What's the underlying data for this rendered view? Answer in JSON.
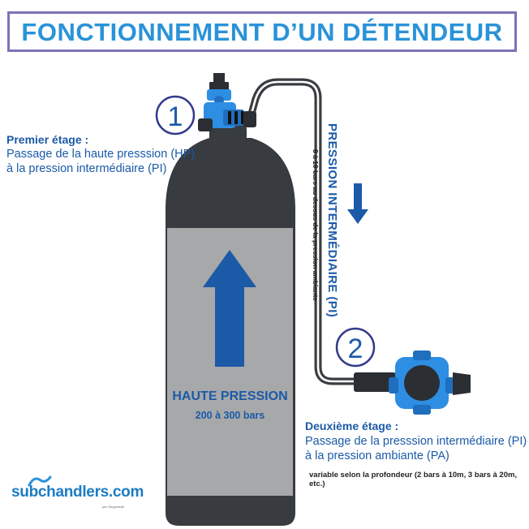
{
  "title": "FONCTIONNEMENT D’UN DÉTENDEUR",
  "stage1": {
    "number": "1",
    "title": "Premier étage :",
    "line1": "Passage de la haute presssion (HP)",
    "line2": "à la pression intermédiaire (PI)"
  },
  "cylinder": {
    "label": "HAUTE PRESSION",
    "range": "200 à 300 bars"
  },
  "hose": {
    "label": "PRESSION INTERMÉDIAIRE (PI)",
    "note": "8 à 10 bars au dessus de la pression ambiante"
  },
  "stage2": {
    "number": "2",
    "title": "Deuxième étage :",
    "line1": "Passage de la presssion intermédiaire (PI)",
    "line2": "à la pression ambiante (PA)",
    "note": "variable selon la profondeur (2 bars à 10m, 3 bars à 20m, etc.)"
  },
  "logo": {
    "text": "subchandlers.com",
    "tagline": "par l'Argonaute"
  },
  "colors": {
    "title": "#2a93d8",
    "frame": "#7b73b8",
    "text_blue": "#1b5aa7",
    "cylinder": "#383b3f",
    "panel": "#a7a8aa",
    "arrow": "#1b5aa7",
    "regulator": "#2d8ee3"
  }
}
